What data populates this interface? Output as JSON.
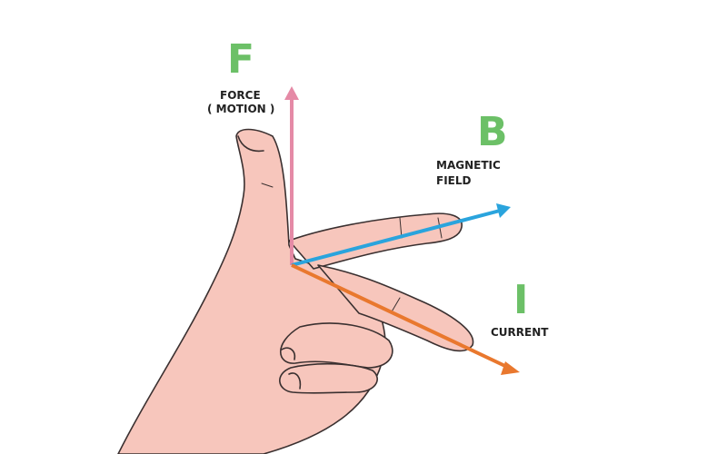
{
  "labels": {
    "force": {
      "letter": "F",
      "line1": "FORCE",
      "line2": "( MOTION )"
    },
    "field": {
      "letter": "B",
      "line1": "MAGNETIC",
      "line2": "FIELD"
    },
    "current": {
      "letter": "I",
      "line1": "CURRENT"
    }
  },
  "colors": {
    "letter": "#6cc067",
    "force_arrow": "#e58aa6",
    "field_arrow": "#2aa4dd",
    "current_arrow": "#e9782e",
    "skin": "#f7c6bc",
    "skin_outline": "#3a3030"
  }
}
